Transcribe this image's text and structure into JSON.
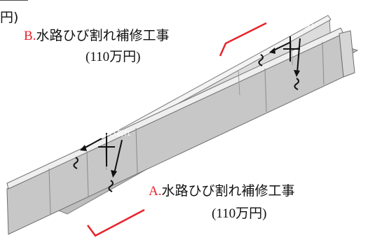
{
  "corner_text": "円)",
  "label_b": {
    "mark": "B.",
    "name": "水路ひび割れ補修工事",
    "cost": "(110万円)"
  },
  "label_a": {
    "mark": "A.",
    "name": "水路ひび割れ補修工事",
    "cost": "(110万円)"
  },
  "crack_label_top": "ひび割れ",
  "crack_label_mid": "ひび割れ",
  "colors": {
    "accent_red": "#e8232b",
    "concrete_light": "#ececec",
    "concrete_mid": "#c9c9c9",
    "concrete_dark": "#a6a6a6",
    "edge": "#6e6e6e"
  },
  "icons": [
    "crack-arrow-icon",
    "crack-squiggle-icon",
    "bracket-icon"
  ]
}
